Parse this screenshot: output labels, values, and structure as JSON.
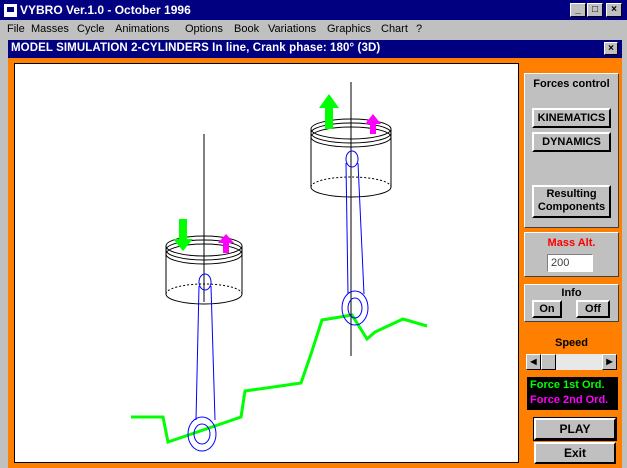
{
  "app": {
    "title": "VYBRO Ver.1.0 - October 1996",
    "controls": {
      "minimize": "_",
      "maximize": "□",
      "close": "×"
    }
  },
  "menu": {
    "items": [
      "File",
      "Masses",
      "Cycle",
      "Animations",
      "Options",
      "Book",
      "Variations",
      "Graphics",
      "Chart",
      "?"
    ]
  },
  "window": {
    "title": "MODEL SIMULATION 2-CYLINDERS In line,  Crank phase: 180° (3D)",
    "close": "×"
  },
  "panel": {
    "forces_control": {
      "title": "Forces control",
      "kinematics": "KINEMATICS",
      "dynamics": "DYNAMICS",
      "resulting": "Resulting",
      "components": "Components"
    },
    "mass_alt": {
      "label": "Mass Alt.",
      "value": "200",
      "color": "#ff0000"
    },
    "info": {
      "label": "Info",
      "on": "On",
      "off": "Off"
    },
    "speed": {
      "label": "Speed",
      "level": 0.2
    },
    "legend": [
      {
        "label": "Force 1st Ord.",
        "color": "#00ff00"
      },
      {
        "label": "Force 2nd Ord.",
        "color": "#ff00ff"
      }
    ],
    "play": "PLAY",
    "exit": "Exit"
  },
  "colors": {
    "frame": "#ff8000",
    "titlebar": "#000080",
    "rod": "#0000ff",
    "force_1st": "#00ff00",
    "force_2nd": "#ff00ff"
  }
}
